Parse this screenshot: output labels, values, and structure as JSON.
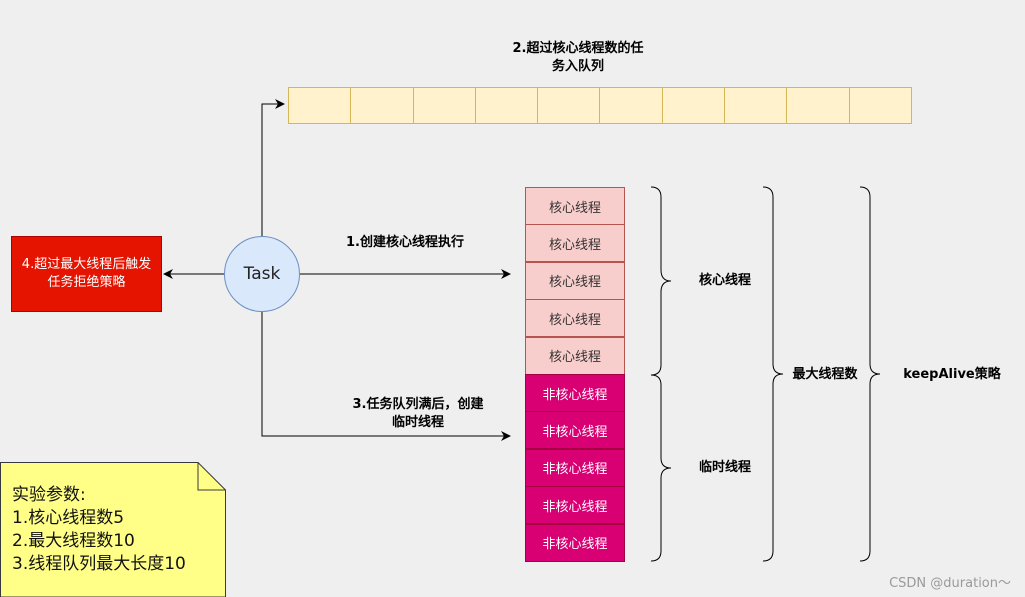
{
  "queue": {
    "label_line1": "2.超过核心线程数的任",
    "label_line2": "务入队列",
    "slot_count": 10
  },
  "task": {
    "label": "Task"
  },
  "reject": {
    "line1": "4.超过最大线程后触发",
    "line2": "任务拒绝策略"
  },
  "arrows": {
    "create_core": "1.创建核心线程执行",
    "create_temp_line1": "3.任务队列满后，创建",
    "create_temp_line2": "临时线程"
  },
  "threads": {
    "core_cells": [
      "核心线程",
      "核心线程",
      "核心线程",
      "核心线程",
      "核心线程"
    ],
    "noncore_cells": [
      "非核心线程",
      "非核心线程",
      "非核心线程",
      "非核心线程",
      "非核心线程"
    ]
  },
  "groups": {
    "core": "核心线程",
    "temp": "临时线程",
    "max": "最大线程数",
    "keepalive": "keepAlive策略"
  },
  "note": {
    "title": "实验参数:",
    "items": [
      "1.核心线程数5",
      "2.最大线程数10",
      "3.线程队列最大长度10"
    ]
  },
  "watermark": "CSDN @duration～",
  "colors": {
    "queue_fill": "#fff2cc",
    "queue_border": "#d6b656",
    "core_fill": "#f8cecc",
    "core_border": "#b85450",
    "noncore_fill": "#d80073",
    "task_fill": "#dae8fc",
    "task_border": "#6c8ebf",
    "reject_fill": "#e51400",
    "note_fill": "#ffff88",
    "note_border": "#36393d"
  }
}
